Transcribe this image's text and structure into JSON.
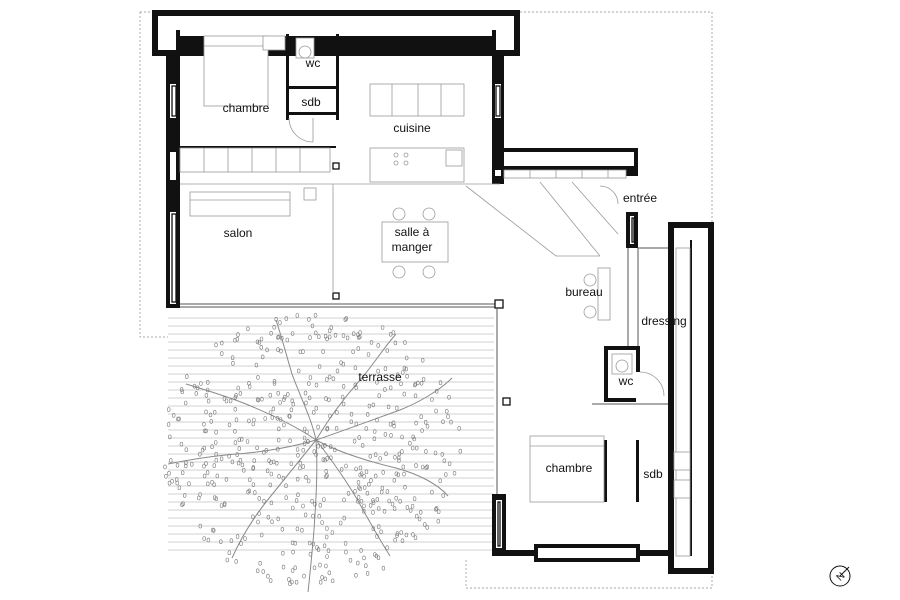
{
  "plan": {
    "rooms": [
      {
        "id": "chambre-1",
        "label": "chambre"
      },
      {
        "id": "wc-1",
        "label": "wc"
      },
      {
        "id": "sdb-1",
        "label": "sdb"
      },
      {
        "id": "cuisine",
        "label": "cuisine"
      },
      {
        "id": "salon",
        "label": "salon"
      },
      {
        "id": "salle-a-manger",
        "label_line1": "salle à",
        "label_line2": "manger"
      },
      {
        "id": "entree",
        "label": "entrée"
      },
      {
        "id": "bureau",
        "label": "bureau"
      },
      {
        "id": "dressing",
        "label": "dressing"
      },
      {
        "id": "wc-2",
        "label": "wc"
      },
      {
        "id": "terrasse",
        "label": "terrasse"
      },
      {
        "id": "chambre-2",
        "label": "chambre"
      },
      {
        "id": "sdb-2",
        "label": "sdb"
      }
    ],
    "north_arrow": {
      "label": "N"
    }
  },
  "colors": {
    "wall": "#111111",
    "line": "#9a9a9a",
    "background": "#ffffff"
  }
}
